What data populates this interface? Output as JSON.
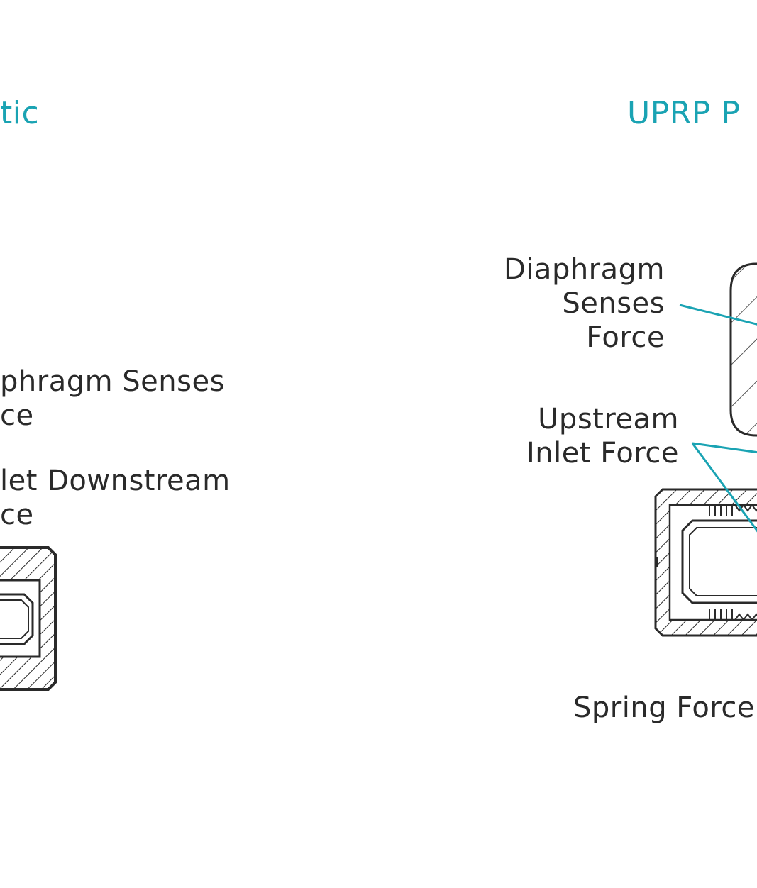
{
  "colors": {
    "accent": "#1aa3b3",
    "ink": "#2a2a2a",
    "background": "#ffffff"
  },
  "left_panel": {
    "title": "tic",
    "label_diaphragm": [
      "phragm Senses",
      "ce"
    ],
    "label_inlet_downstream": [
      "let Downstream",
      "ce"
    ]
  },
  "right_panel": {
    "title": "UPRP P",
    "label_diaphragm": [
      "Diaphragm",
      "Senses",
      "Force"
    ],
    "label_upstream": [
      "Upstream",
      "Inlet Force"
    ],
    "label_spring": "Spring Force"
  }
}
